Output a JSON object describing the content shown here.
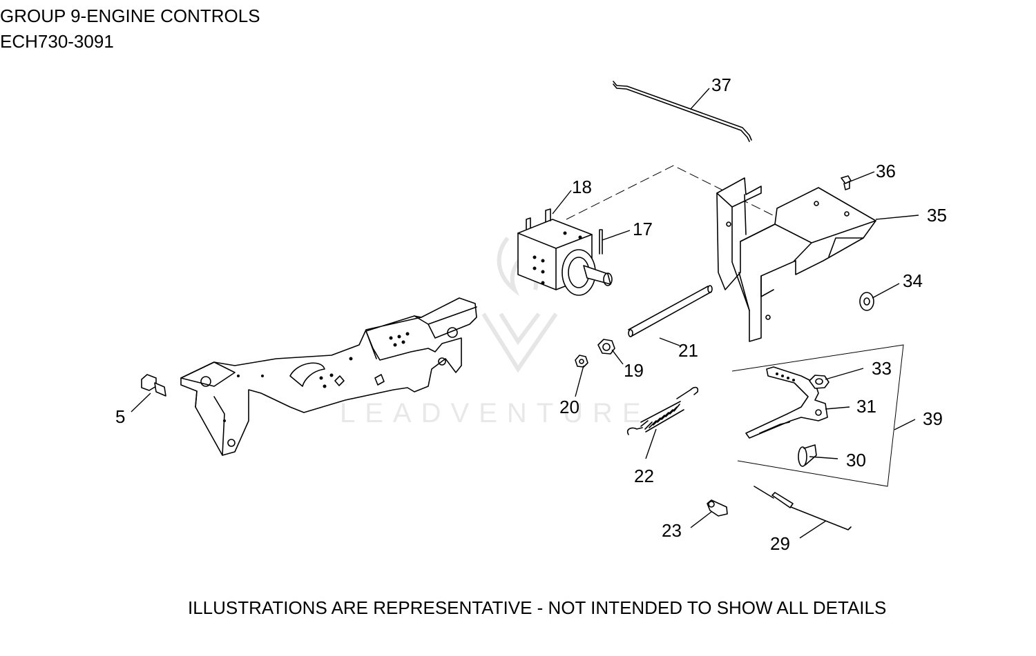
{
  "header": {
    "group_title": "GROUP 9-ENGINE CONTROLS",
    "model_number": "ECH730-3091"
  },
  "footer": {
    "disclaimer": "ILLUSTRATIONS ARE REPRESENTATIVE - NOT INTENDED TO SHOW ALL DETAILS"
  },
  "watermark": {
    "text": "LEADVENTURE"
  },
  "callouts": {
    "c5": "5",
    "c17": "17",
    "c18": "18",
    "c19": "19",
    "c20": "20",
    "c21": "21",
    "c22": "22",
    "c23": "23",
    "c29": "29",
    "c30": "30",
    "c31": "31",
    "c33": "33",
    "c34": "34",
    "c35": "35",
    "c36": "36",
    "c37": "37",
    "c39": "39"
  }
}
